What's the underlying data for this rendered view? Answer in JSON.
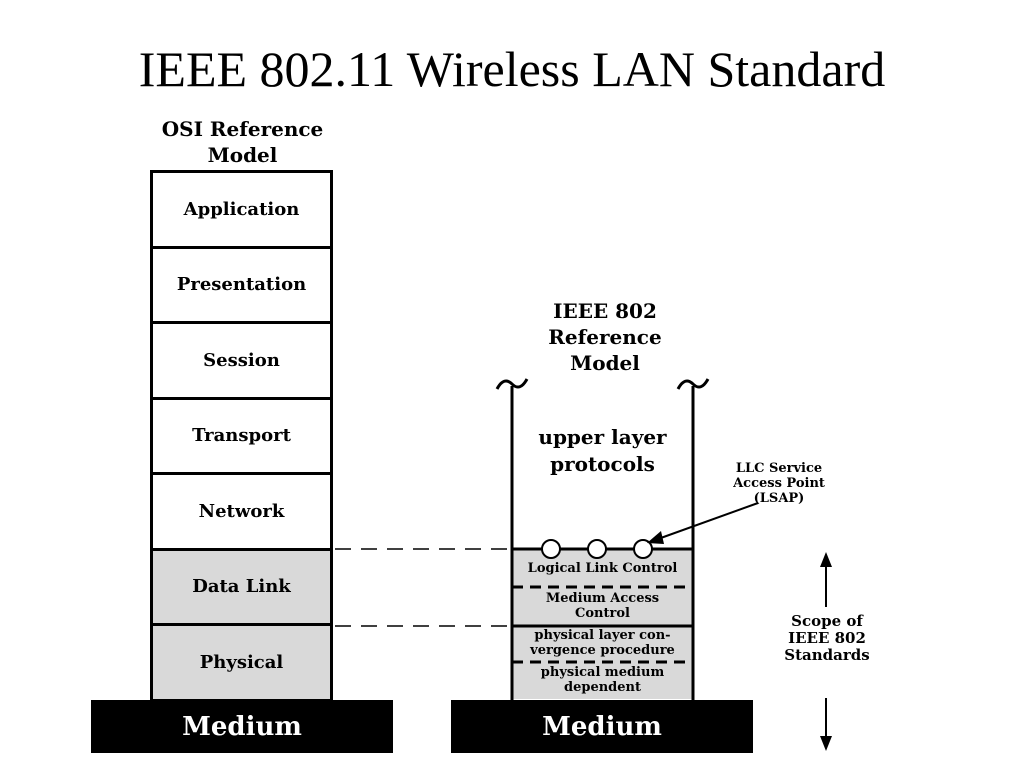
{
  "title": "IEEE 802.11 Wireless LAN Standard",
  "osi": {
    "heading": "OSI Reference Model",
    "layers": [
      "Application",
      "Presentation",
      "Session",
      "Transport",
      "Network",
      "Data Link",
      "Physical"
    ],
    "medium": "Medium"
  },
  "ieee802": {
    "heading": "IEEE 802 Reference Model",
    "upper": "upper layer protocols",
    "sublayers": [
      "Logical Link Control",
      "Medium Access Control",
      "physical layer con- vergence procedure",
      "physical medium dependent"
    ],
    "medium": "Medium"
  },
  "lsap_label": "LLC Service Access Point (LSAP)",
  "scope_label": "Scope of IEEE 802 Standards"
}
